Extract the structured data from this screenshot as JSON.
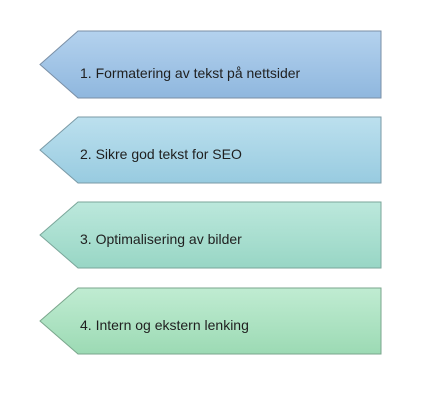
{
  "steps": [
    {
      "label": "1. Formatering av tekst på nettsider",
      "fill": "#9fc3e4",
      "stroke": "#7a8fa6"
    },
    {
      "label": "2. Sikre god tekst for SEO",
      "fill": "#a9d6e6",
      "stroke": "#7a9aa6"
    },
    {
      "label": "3. Optimalisering av bilder",
      "fill": "#a8dfd0",
      "stroke": "#7aa69a"
    },
    {
      "label": "4. Intern og ekstern lenking",
      "fill": "#ade3c2",
      "stroke": "#7aa68c"
    }
  ]
}
